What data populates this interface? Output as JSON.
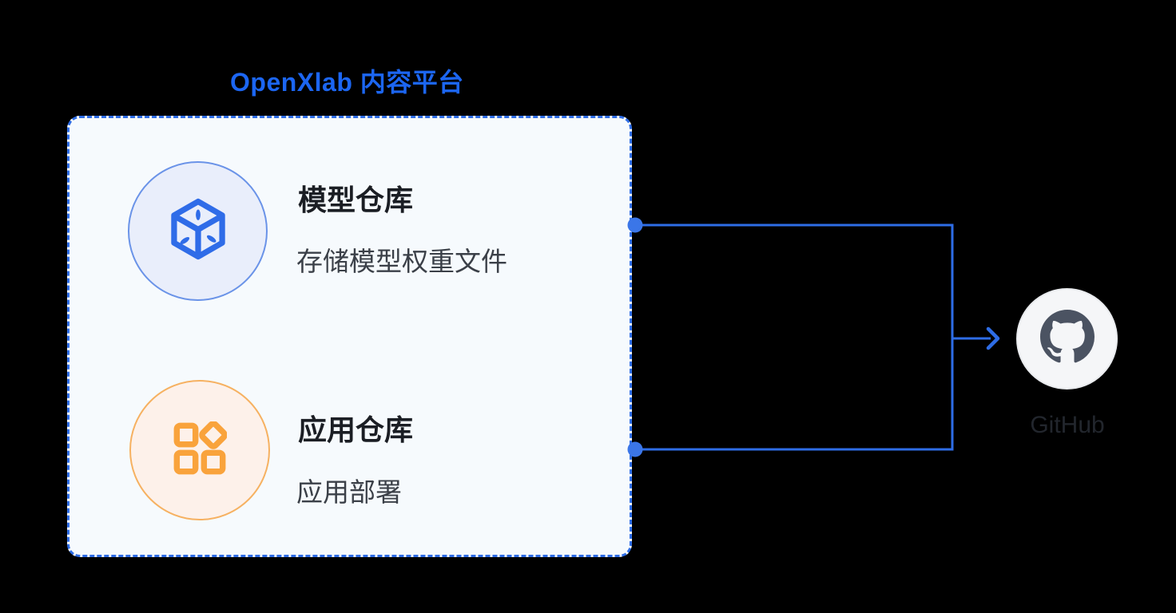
{
  "page": {
    "background_color": "#000000"
  },
  "diagram": {
    "platform": {
      "title": "OpenXlab 内容平台",
      "title_color": "#1c66f2",
      "box_border_color": "#2e6de6",
      "box_fill_color": "#f6fafd",
      "items": [
        {
          "title": "模型仓库",
          "desc": "存储模型权重文件",
          "icon": "model-cube-icon",
          "icon_color": "#2f6ce8",
          "circle_fill": "#e9eefb",
          "circle_border": "#6a93e8"
        },
        {
          "title": "应用仓库",
          "desc": "应用部署",
          "icon": "apps-icon",
          "icon_color": "#f9a33c",
          "circle_fill": "#fdf1ea",
          "circle_border": "#f6b161"
        }
      ]
    },
    "connector": {
      "color": "#2e6de6",
      "dot_color": "#3b76e8",
      "direction": "platform-to-github"
    },
    "target": {
      "label": "GitHub",
      "icon": "github-icon",
      "mark_color": "#4b5362",
      "circle_fill": "#f5f6f8"
    }
  }
}
